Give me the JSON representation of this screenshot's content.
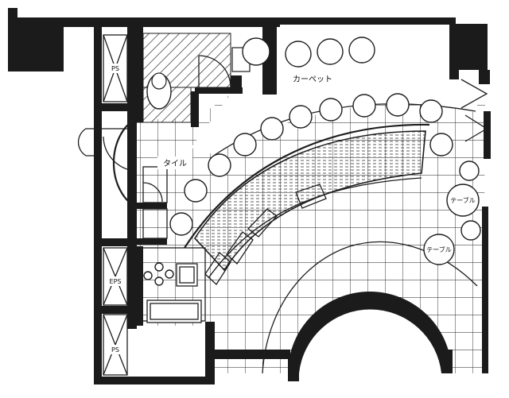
{
  "labels": {
    "carpet": "カーペット",
    "tile": "タイル",
    "table_upper": "テーブル",
    "table_lower": "テーブル",
    "eps": "EPS",
    "ps_top": "PS",
    "ps_bottom": "PS"
  },
  "colors": {
    "wall": "#1b1b1b",
    "line": "#1e1e1e",
    "paper": "#ffffff"
  }
}
